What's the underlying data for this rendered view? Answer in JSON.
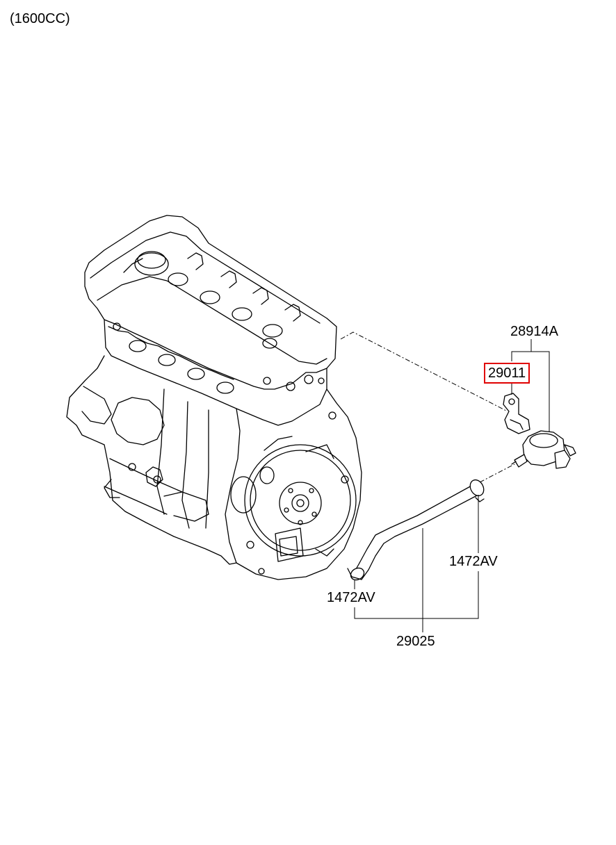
{
  "header": {
    "engine_variant": "(1600CC)"
  },
  "callouts": {
    "p28914A": "28914A",
    "p29011": "29011",
    "p1472AV_left": "1472AV",
    "p1472AV_right": "1472AV",
    "p29025": "29025"
  },
  "highlight": {
    "part": "29011",
    "color": "#e00000"
  },
  "icons": {
    "engine": "engine-block-icon",
    "valve": "pcv-valve-icon",
    "hose": "hose-icon",
    "clamp": "hose-clamp-icon"
  }
}
